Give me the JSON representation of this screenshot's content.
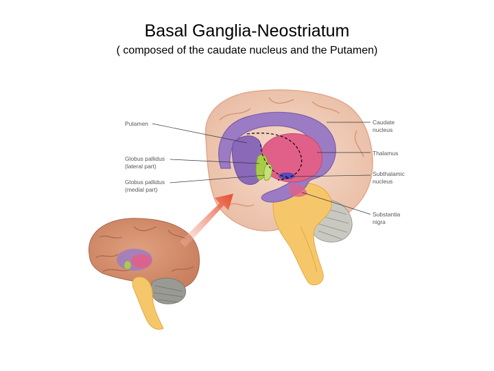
{
  "header": {
    "title": "Basal Ganglia-Neostriatum",
    "subtitle": "( composed of the caudate nucleus and the Putamen)"
  },
  "labels": {
    "putamen": "Putamen",
    "globus_lateral_1": "Globus pallidus",
    "globus_lateral_2": "(lateral part)",
    "globus_medial_1": "Globus pallidus",
    "globus_medial_2": "(medial part)",
    "caudate_1": "Caudate",
    "caudate_2": "nucleus",
    "thalamus": "Thalamus",
    "subthalamic_1": "Subthalamic",
    "subthalamic_2": "nucleus",
    "substantia_1": "Substantia",
    "substantia_2": "nigra"
  },
  "colors": {
    "cortex": "#e8b49a",
    "caudate": "#9b7bc4",
    "thalamus": "#e0608a",
    "globus": "#a8cc4a",
    "brainstem": "#f6c76a",
    "cerebellum": "#9a9a94",
    "arrow": "#e84a2e"
  }
}
